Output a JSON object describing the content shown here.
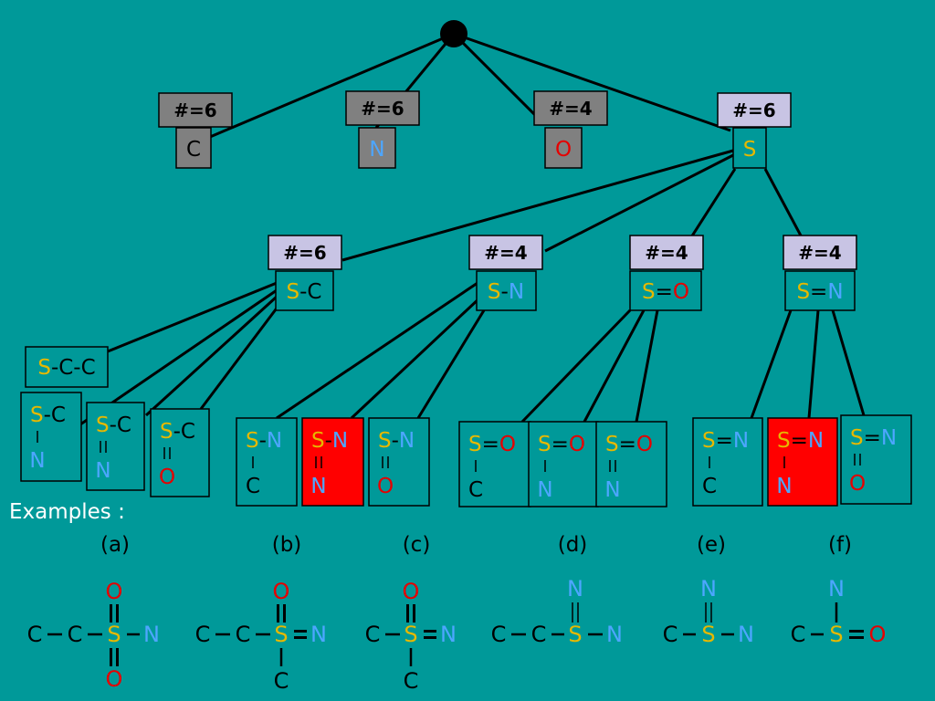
{
  "colors": {
    "background": "#009999",
    "sulfur": "#e6b800",
    "nitrogen": "#4da6ff",
    "oxygen": "#e60000",
    "carbon": "#000000",
    "count_box_gray": "#808080",
    "count_box_lavender": "#c8c4e4",
    "node_gray": "#808080",
    "node_teal": "#009999",
    "node_red": "#ff0000"
  },
  "root": {
    "label": ""
  },
  "level1": [
    {
      "count": "#=6",
      "atom": "C"
    },
    {
      "count": "#=6",
      "atom": "N"
    },
    {
      "count": "#=4",
      "atom": "O"
    },
    {
      "count": "#=6",
      "atom": "S"
    }
  ],
  "level2": [
    {
      "count": "#=6",
      "a": "S",
      "bond": "-",
      "b": "C"
    },
    {
      "count": "#=4",
      "a": "S",
      "bond": "-",
      "b": "N"
    },
    {
      "count": "#=4",
      "a": "S",
      "bond": "=",
      "b": "O"
    },
    {
      "count": "#=4",
      "a": "S",
      "bond": "=",
      "b": "N"
    }
  ],
  "level3": {
    "scc": {
      "s": "S",
      "rest": "-C-C"
    },
    "leaves": [
      {
        "top_a": "S",
        "top_bond": "-",
        "top_b": "C",
        "down_bond": "|",
        "down": "N"
      },
      {
        "top_a": "S",
        "top_bond": "-",
        "top_b": "C",
        "down_bond": "||",
        "down": "N"
      },
      {
        "top_a": "S",
        "top_bond": "-",
        "top_b": "C",
        "down_bond": "||",
        "down": "O"
      },
      {
        "top_a": "S",
        "top_bond": "-",
        "top_b": "N",
        "down_bond": "|",
        "down": "C"
      },
      {
        "top_a": "S",
        "top_bond": "-",
        "top_b": "N",
        "down_bond": "||",
        "down": "N"
      },
      {
        "top_a": "S",
        "top_bond": "-",
        "top_b": "N",
        "down_bond": "||",
        "down": "O"
      },
      {
        "top_a": "S",
        "top_bond": "=",
        "top_b": "O",
        "down_bond": "|",
        "down": "C"
      },
      {
        "top_a": "S",
        "top_bond": "=",
        "top_b": "O",
        "down_bond": "|",
        "down": "N"
      },
      {
        "top_a": "S",
        "top_bond": "=",
        "top_b": "O",
        "down_bond": "||",
        "down": "N"
      },
      {
        "top_a": "S",
        "top_bond": "=",
        "top_b": "N",
        "down_bond": "|",
        "down": "C"
      },
      {
        "top_a": "S",
        "top_bond": "=",
        "top_b": "N",
        "down_bond": "|",
        "down": "N"
      },
      {
        "top_a": "S",
        "top_bond": "=",
        "top_b": "N",
        "down_bond": "||",
        "down": "O"
      }
    ]
  },
  "examples": {
    "title": "Examples :",
    "labels": [
      "(a)",
      "(b)",
      "(c)",
      "(d)",
      "(e)",
      "(f)"
    ],
    "atoms": {
      "c": "C",
      "s": "S",
      "n": "N",
      "o": "O"
    }
  }
}
